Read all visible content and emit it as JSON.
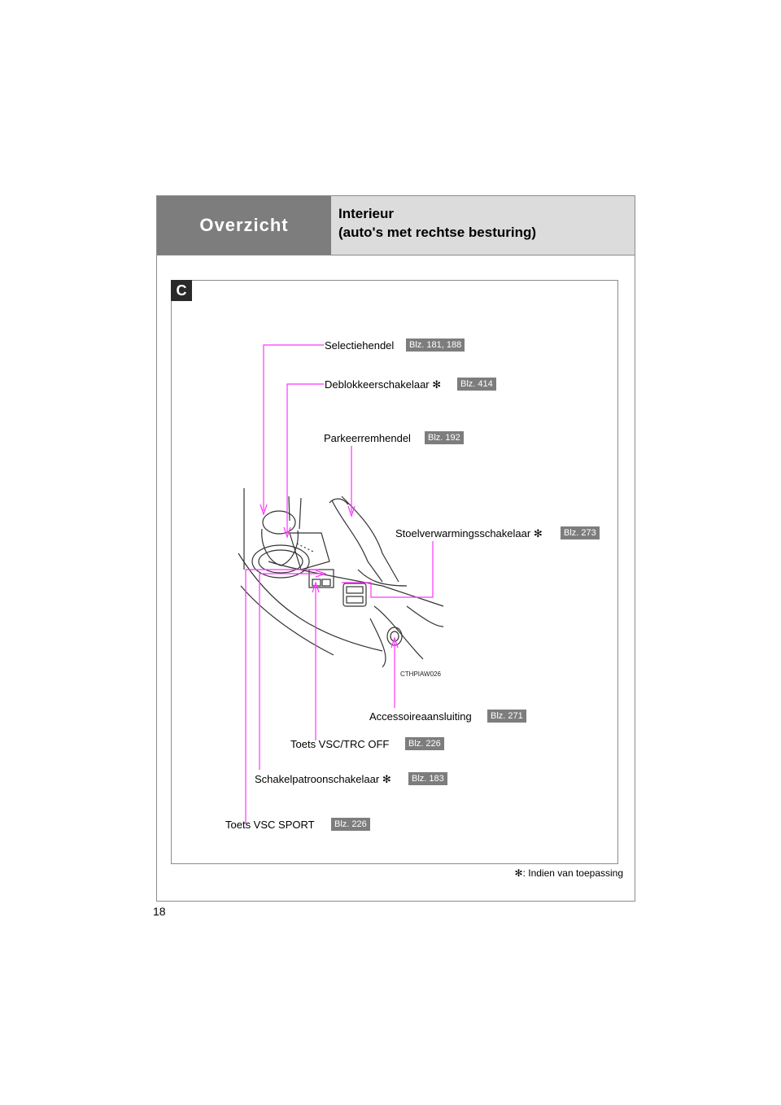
{
  "header": {
    "section": "Overzicht",
    "title_line1": "Interieur",
    "title_line2": "(auto's met rechtse besturing)"
  },
  "section_letter": "C",
  "image_code": "CTHPIAW026",
  "callouts": {
    "selectiehendel": {
      "label": "Selectiehendel",
      "ref": "Blz. 181, 188"
    },
    "deblokkeer": {
      "label": "Deblokkeerschakelaar",
      "ref": "Blz. 414"
    },
    "parkeerrem": {
      "label": "Parkeerremhendel",
      "ref": "Blz. 192"
    },
    "stoelverw": {
      "label": "Stoelverwarmingsschakelaar",
      "ref": "Blz. 273"
    },
    "accessoire": {
      "label": "Accessoireaansluiting",
      "ref": "Blz. 271"
    },
    "vsctrc": {
      "label": "Toets VSC/TRC OFF",
      "ref": "Blz. 226"
    },
    "schakelpatroon": {
      "label": "Schakelpatroonschakelaar",
      "ref": "Blz. 183"
    },
    "vscsport": {
      "label": "Toets VSC SPORT",
      "ref": "Blz. 226"
    }
  },
  "star_symbol": "✻",
  "footnote": ": Indien van toepassing",
  "page_number": "18",
  "colors": {
    "callout_line": "#ff33ff",
    "header_dark": "#7d7d7d",
    "header_light": "#dcdcdc"
  }
}
